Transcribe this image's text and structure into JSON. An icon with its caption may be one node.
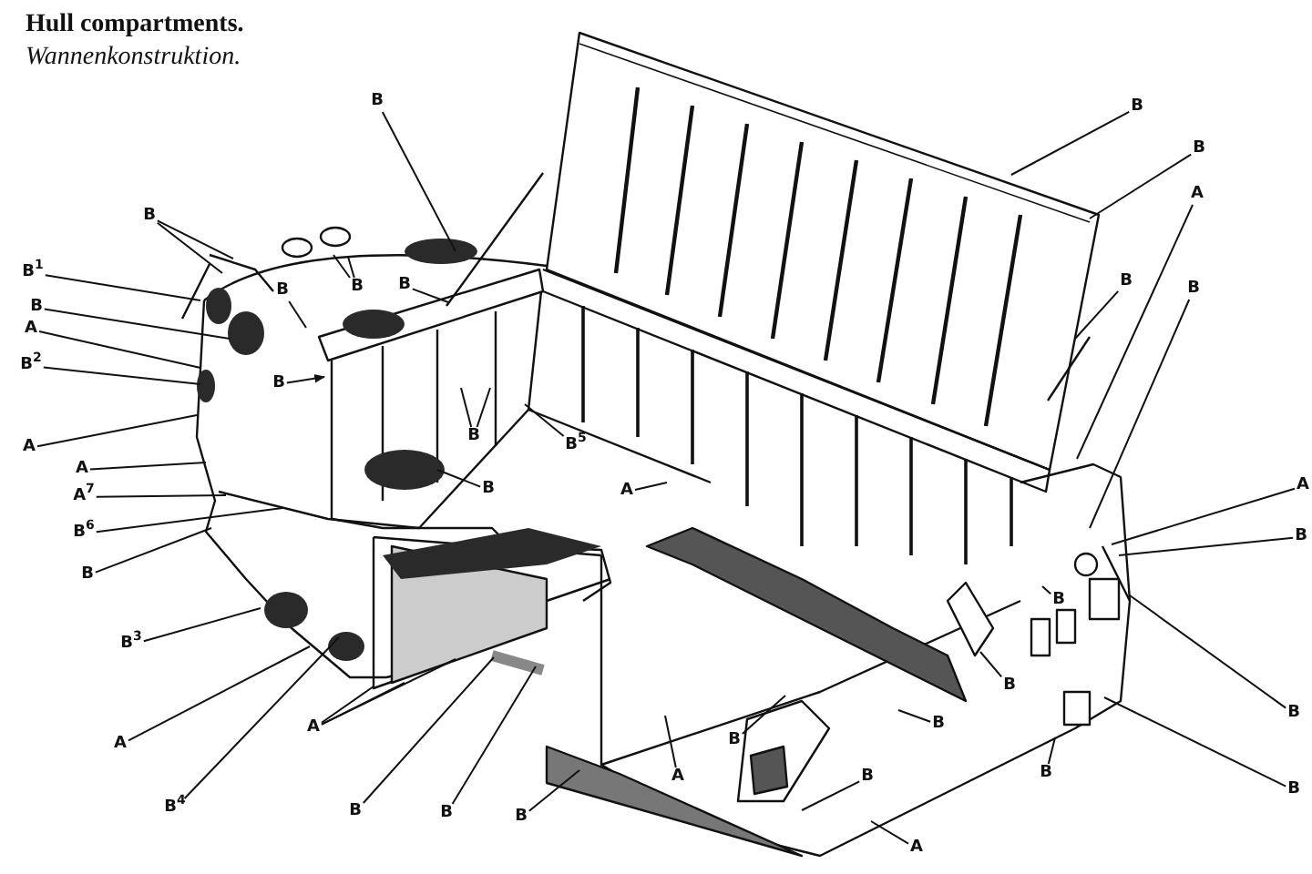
{
  "diagram": {
    "title": "Hull compartments.",
    "caption": "Wannenkonstruktion.",
    "nodes": [
      {
        "text": [
          "B"
        ]
      },
      {
        "text": [
          "B"
        ]
      },
      {
        "text": [
          "B$^{1}$"
        ]
      },
      {
        "text": [
          "B"
        ]
      },
      {
        "text": [
          "A"
        ]
      },
      {
        "text": [
          "B$^{2}$"
        ]
      },
      {
        "text": [
          "B"
        ]
      },
      {
        "text": [
          "B"
        ]
      },
      {
        "text": [
          "B"
        ]
      },
      {
        "text": [
          "B"
        ]
      },
      {
        "text": [
          "A"
        ]
      },
      {
        "text": [
          "A"
        ]
      },
      {
        "text": [
          "A$^{7}$"
        ]
      },
      {
        "text": [
          "B$^{6}$"
        ]
      },
      {
        "text": [
          "B"
        ]
      },
      {
        "text": [
          "B$^{3}$"
        ]
      },
      {
        "text": [
          "A"
        ]
      },
      {
        "text": [
          "B$^{4}$"
        ]
      },
      {
        "text": [
          "A"
        ]
      },
      {
        "text": [
          "B"
        ]
      },
      {
        "text": [
          "B"
        ]
      },
      {
        "text": [
          "B"
        ]
      },
      {
        "text": [
          "B"
        ]
      },
      {
        "text": [
          "B$^{5}$"
        ]
      },
      {
        "text": [
          "B"
        ]
      },
      {
        "text": [
          "A"
        ]
      },
      {
        "text": [
          "A"
        ]
      },
      {
        "text": [
          "B"
        ]
      },
      {
        "text": [
          "B"
        ]
      },
      {
        "text": [
          "A"
        ]
      },
      {
        "text": [
          "B"
        ]
      },
      {
        "text": [
          "B"
        ]
      },
      {
        "text": [
          "B"
        ]
      },
      {
        "text": [
          "B"
        ]
      },
      {
        "text": [
          "B"
        ]
      },
      {
        "text": [
          "B"
        ]
      },
      {
        "text": [
          "A"
        ]
      },
      {
        "text": [
          "B"
        ]
      },
      {
        "text": [
          "B"
        ]
      },
      {
        "text": [
          "A"
        ]
      },
      {
        "text": [
          "B"
        ]
      },
      {
        "text": [
          "B"
        ]
      },
      {
        "text": [
          "B"
        ]
      }
    ],
    "edges": [
      {
        "from": 0,
        "to": null,
        "arrow": "none"
      },
      {
        "from": 1,
        "to": null,
        "arrow": "none"
      },
      {
        "from": 1,
        "to": null,
        "arrow": "none"
      },
      {
        "from": 2,
        "to": null,
        "arrow": "none"
      },
      {
        "from": 3,
        "to": null,
        "arrow": "none"
      },
      {
        "from": 4,
        "to": null,
        "arrow": "none"
      },
      {
        "from": 5,
        "to": null,
        "arrow": "none"
      },
      {
        "from": 6,
        "to": null,
        "arrow": "none"
      },
      {
        "from": 7,
        "to": null,
        "arrow": "none"
      },
      {
        "from": 7,
        "to": null,
        "arrow": "none"
      },
      {
        "from": 8,
        "to": null,
        "arrow": "none"
      },
      {
        "from": 9,
        "to": null,
        "arrow": "to"
      },
      {
        "from": 10,
        "to": null,
        "arrow": "none"
      },
      {
        "from": 11,
        "to": null,
        "arrow": "none"
      },
      {
        "from": 12,
        "to": null,
        "arrow": "none"
      },
      {
        "from": 13,
        "to": null,
        "arrow": "none"
      },
      {
        "from": 14,
        "to": null,
        "arrow": "none"
      },
      {
        "from": 15,
        "to": null,
        "arrow": "none"
      },
      {
        "from": 16,
        "to": null,
        "arrow": "none"
      },
      {
        "from": 17,
        "to": null,
        "arrow": "none"
      },
      {
        "from": 18,
        "to": null,
        "arrow": "none"
      },
      {
        "from": 18,
        "to": null,
        "arrow": "none"
      },
      {
        "from": 18,
        "to": null,
        "arrow": "none"
      },
      {
        "from": 19,
        "to": null,
        "arrow": "none"
      },
      {
        "from": 20,
        "to": null,
        "arrow": "none"
      },
      {
        "from": 21,
        "to": null,
        "arrow": "none"
      },
      {
        "from": 22,
        "to": null,
        "arrow": "none"
      },
      {
        "from": 22,
        "to": null,
        "arrow": "none"
      },
      {
        "from": 23,
        "to": null,
        "arrow": "none"
      },
      {
        "from": 24,
        "to": null,
        "arrow": "none"
      },
      {
        "from": 25,
        "to": null,
        "arrow": "none"
      },
      {
        "from": 26,
        "to": null,
        "arrow": "none"
      },
      {
        "from": 27,
        "to": null,
        "arrow": "none"
      },
      {
        "from": 28,
        "to": null,
        "arrow": "none"
      },
      {
        "from": 29,
        "to": null,
        "arrow": "none"
      },
      {
        "from": 30,
        "to": null,
        "arrow": "none"
      },
      {
        "from": 31,
        "to": null,
        "arrow": "none"
      },
      {
        "from": 32,
        "to": null,
        "arrow": "none"
      },
      {
        "from": 33,
        "to": null,
        "arrow": "none"
      },
      {
        "from": 34,
        "to": null,
        "arrow": "none"
      },
      {
        "from": 35,
        "to": null,
        "arrow": "none"
      },
      {
        "from": 36,
        "to": null,
        "arrow": "none"
      },
      {
        "from": 37,
        "to": null,
        "arrow": "none"
      },
      {
        "from": 38,
        "to": null,
        "arrow": "none"
      },
      {
        "from": 39,
        "to": null,
        "arrow": "none"
      },
      {
        "from": 40,
        "to": null,
        "arrow": "none"
      },
      {
        "from": 41,
        "to": null,
        "arrow": "none"
      },
      {
        "from": 42,
        "to": null,
        "arrow": "none"
      }
    ]
  }
}
